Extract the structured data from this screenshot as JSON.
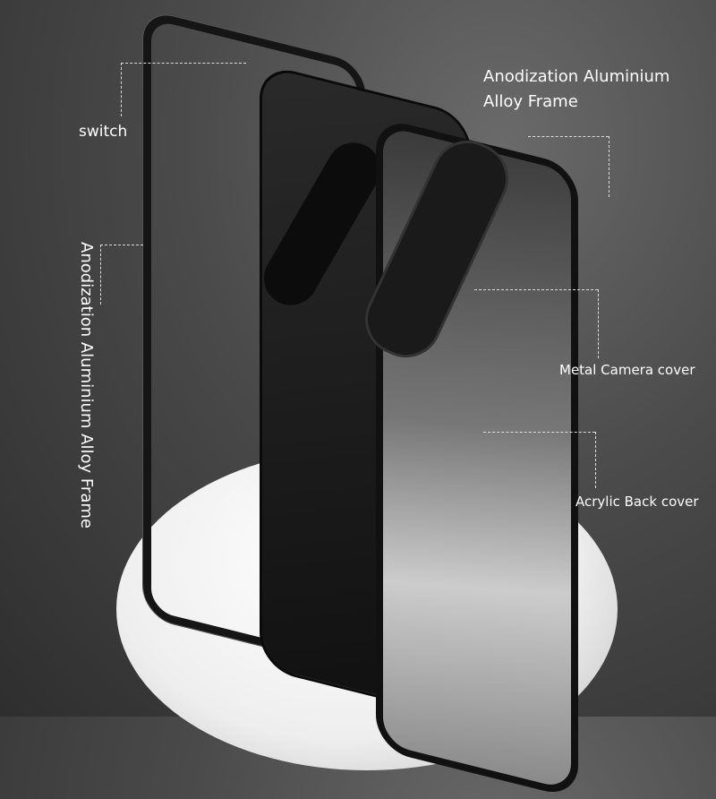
{
  "labels": {
    "frame_top_line1": "Anodization Aluminium",
    "frame_top_line2": "Alloy Frame",
    "switch": "switch",
    "frame_vertical": "Anodization Aluminium Alloy Frame",
    "camera_cover": "Metal Camera cover",
    "back_cover": "Acrylic Back cover"
  },
  "colors": {
    "background": "#4a4a4a",
    "frame": "#141414",
    "text": "#ffffff",
    "pedestal": "#f2f2f2"
  }
}
